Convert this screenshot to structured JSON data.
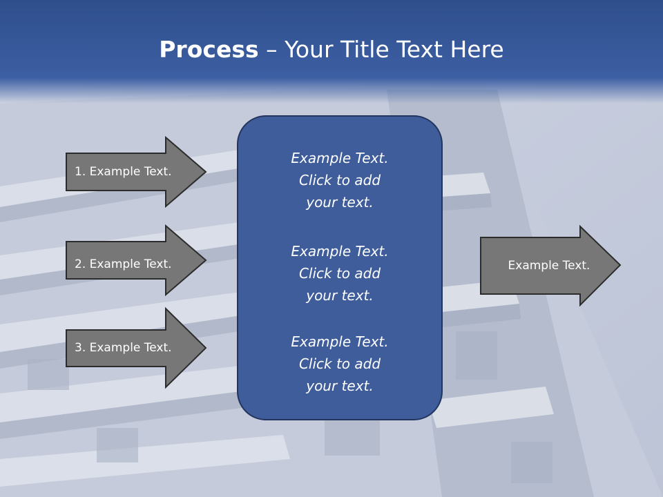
{
  "title": {
    "bold": "Process",
    "rest": " – Your Title Text Here"
  },
  "left_arrows": [
    {
      "label": "1. Example Text."
    },
    {
      "label": "2. Example Text."
    },
    {
      "label": "3. Example Text."
    }
  ],
  "center_box": {
    "blocks": [
      {
        "lines": [
          "Example Text.",
          "Click  to add",
          "your text."
        ]
      },
      {
        "lines": [
          "Example Text.",
          "Click  to add",
          "your text."
        ]
      },
      {
        "lines": [
          "Example Text.",
          "Click  to add",
          "your text."
        ]
      }
    ]
  },
  "right_arrow": {
    "label": "Example Text."
  },
  "colors": {
    "title_bar": "#3d5fa3",
    "arrow_fill": "#777777",
    "arrow_stroke": "#2b2b2b",
    "center_fill": "#3f5d9b",
    "center_stroke": "#22355f"
  }
}
